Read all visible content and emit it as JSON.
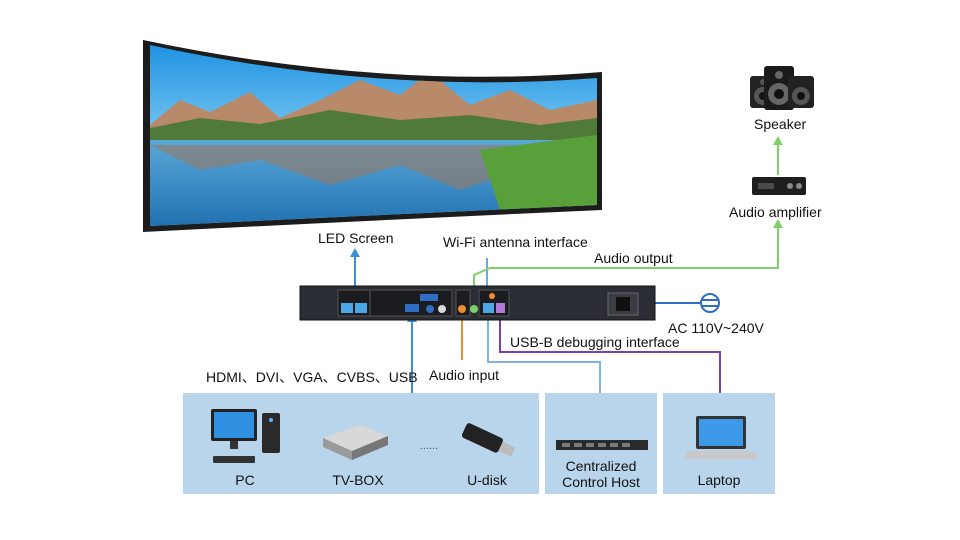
{
  "labels": {
    "led_screen": "LED Screen",
    "wifi": "Wi-Fi antenna interface",
    "audio_output": "Audio output",
    "speaker": "Speaker",
    "audio_amplifier": "Audio amplifier",
    "ac": "AC 110V~240V",
    "usb_b": "USB-B debugging interface",
    "inputs": "HDMI、DVI、VGA、CVBS、USB",
    "audio_input": "Audio input"
  },
  "sources": [
    {
      "label": "PC"
    },
    {
      "label": "TV-BOX"
    },
    {
      "label": "U-disk"
    }
  ],
  "ellipsis": "......",
  "control_host": {
    "line1": "Centralized",
    "line2": "Control Host"
  },
  "laptop": {
    "label": "Laptop"
  },
  "colors": {
    "blue_line": "#3b8fd6",
    "green_line": "#7fcf6a",
    "orange_line": "#f08c2c",
    "purple_line": "#7a3fb0",
    "light_blue_line": "#7fb3da",
    "panel": "#b9d5ec"
  }
}
